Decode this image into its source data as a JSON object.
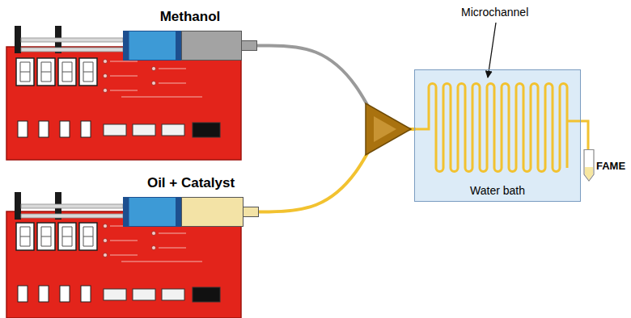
{
  "diagram": {
    "nodes": [
      {
        "text": [
          "Methanol"
        ]
      },
      {
        "text": [
          "Oil + Catalyst"
        ]
      },
      {
        "text": [
          "Water bath"
        ]
      },
      {
        "text": [
          "FAME"
        ]
      }
    ],
    "edges": [
      {
        "from": 0,
        "to": 2,
        "arrow": "none"
      },
      {
        "from": 1,
        "to": 2,
        "arrow": "none"
      },
      {
        "from": 2,
        "to": 3,
        "arrow": "none"
      }
    ],
    "labels": [
      "Microchannel"
    ]
  }
}
